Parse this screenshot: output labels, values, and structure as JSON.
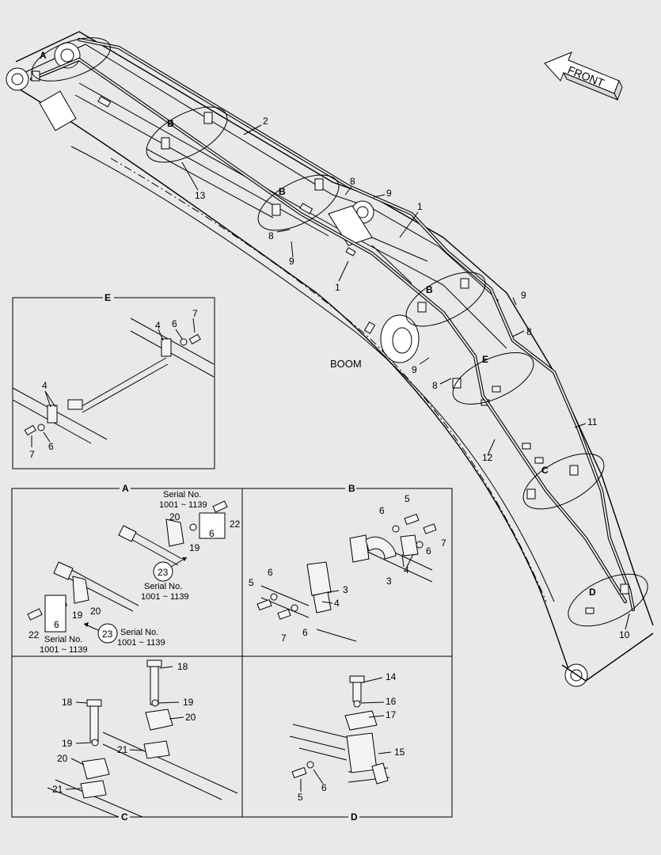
{
  "direction": {
    "label": "FRONT"
  },
  "main": {
    "label": "BOOM"
  },
  "callouts": {
    "A": "A",
    "B": "B",
    "C": "C",
    "D": "D",
    "E": "E",
    "n1": "1",
    "n2": "2",
    "n8": "8",
    "n9": "9",
    "n10": "10",
    "n11": "11",
    "n12": "12",
    "n13": "13"
  },
  "detail_E": {
    "title": "E",
    "parts": [
      "4",
      "6",
      "7"
    ]
  },
  "detail_A": {
    "title": "A",
    "parts": [
      "6",
      "19",
      "20",
      "22",
      "23"
    ],
    "serial_label": "Serial No.",
    "serial_range": "1001 ~ 1139"
  },
  "detail_B": {
    "title": "B",
    "parts": [
      "3",
      "4",
      "5",
      "6",
      "7"
    ]
  },
  "detail_C": {
    "title": "C",
    "parts": [
      "18",
      "19",
      "20",
      "21"
    ]
  },
  "detail_D": {
    "title": "D",
    "parts": [
      "5",
      "6",
      "14",
      "15",
      "16",
      "17"
    ]
  }
}
